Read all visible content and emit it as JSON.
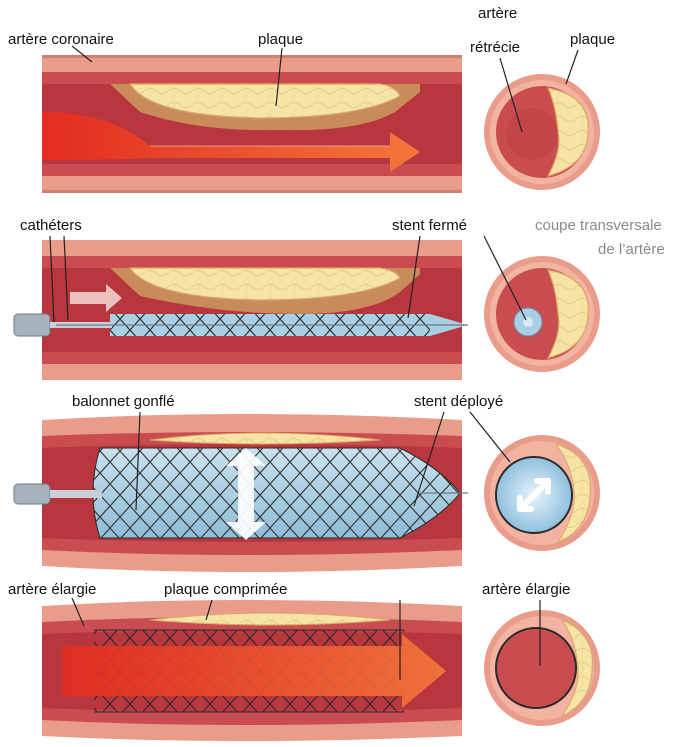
{
  "labels": {
    "p1_artery": "artère coronaire",
    "p1_plaque": "plaque",
    "p1_narrowed_1": "artère",
    "p1_narrowed_2": "rétrécie",
    "p1_plaque_right": "plaque",
    "p2_catheters": "cathéters",
    "p2_stent_closed": "stent fermé",
    "p2_cross_1": "coupe transversale",
    "p2_cross_2": "de l’artère",
    "p3_balloon": "balonnet gonflé",
    "p3_stent_deployed": "stent déployé",
    "p4_artery_widened": "artère élargie",
    "p4_plaque_compressed": "plaque comprimée",
    "p4_artery_widened_right": "artère élargie"
  },
  "colors": {
    "wall_outer": "#e79a86",
    "wall_inner": "#c84a4c",
    "lumen": "#b8353c",
    "plaque": "#f5dfa0",
    "plaque_edge": "#d9a766",
    "plaque_shadow": "#c98b5a",
    "blood_flow": "#f05a24",
    "balloon": "#a9cfe4",
    "stent": "#2b2b2b",
    "grey_label": "#8a8a8a"
  }
}
